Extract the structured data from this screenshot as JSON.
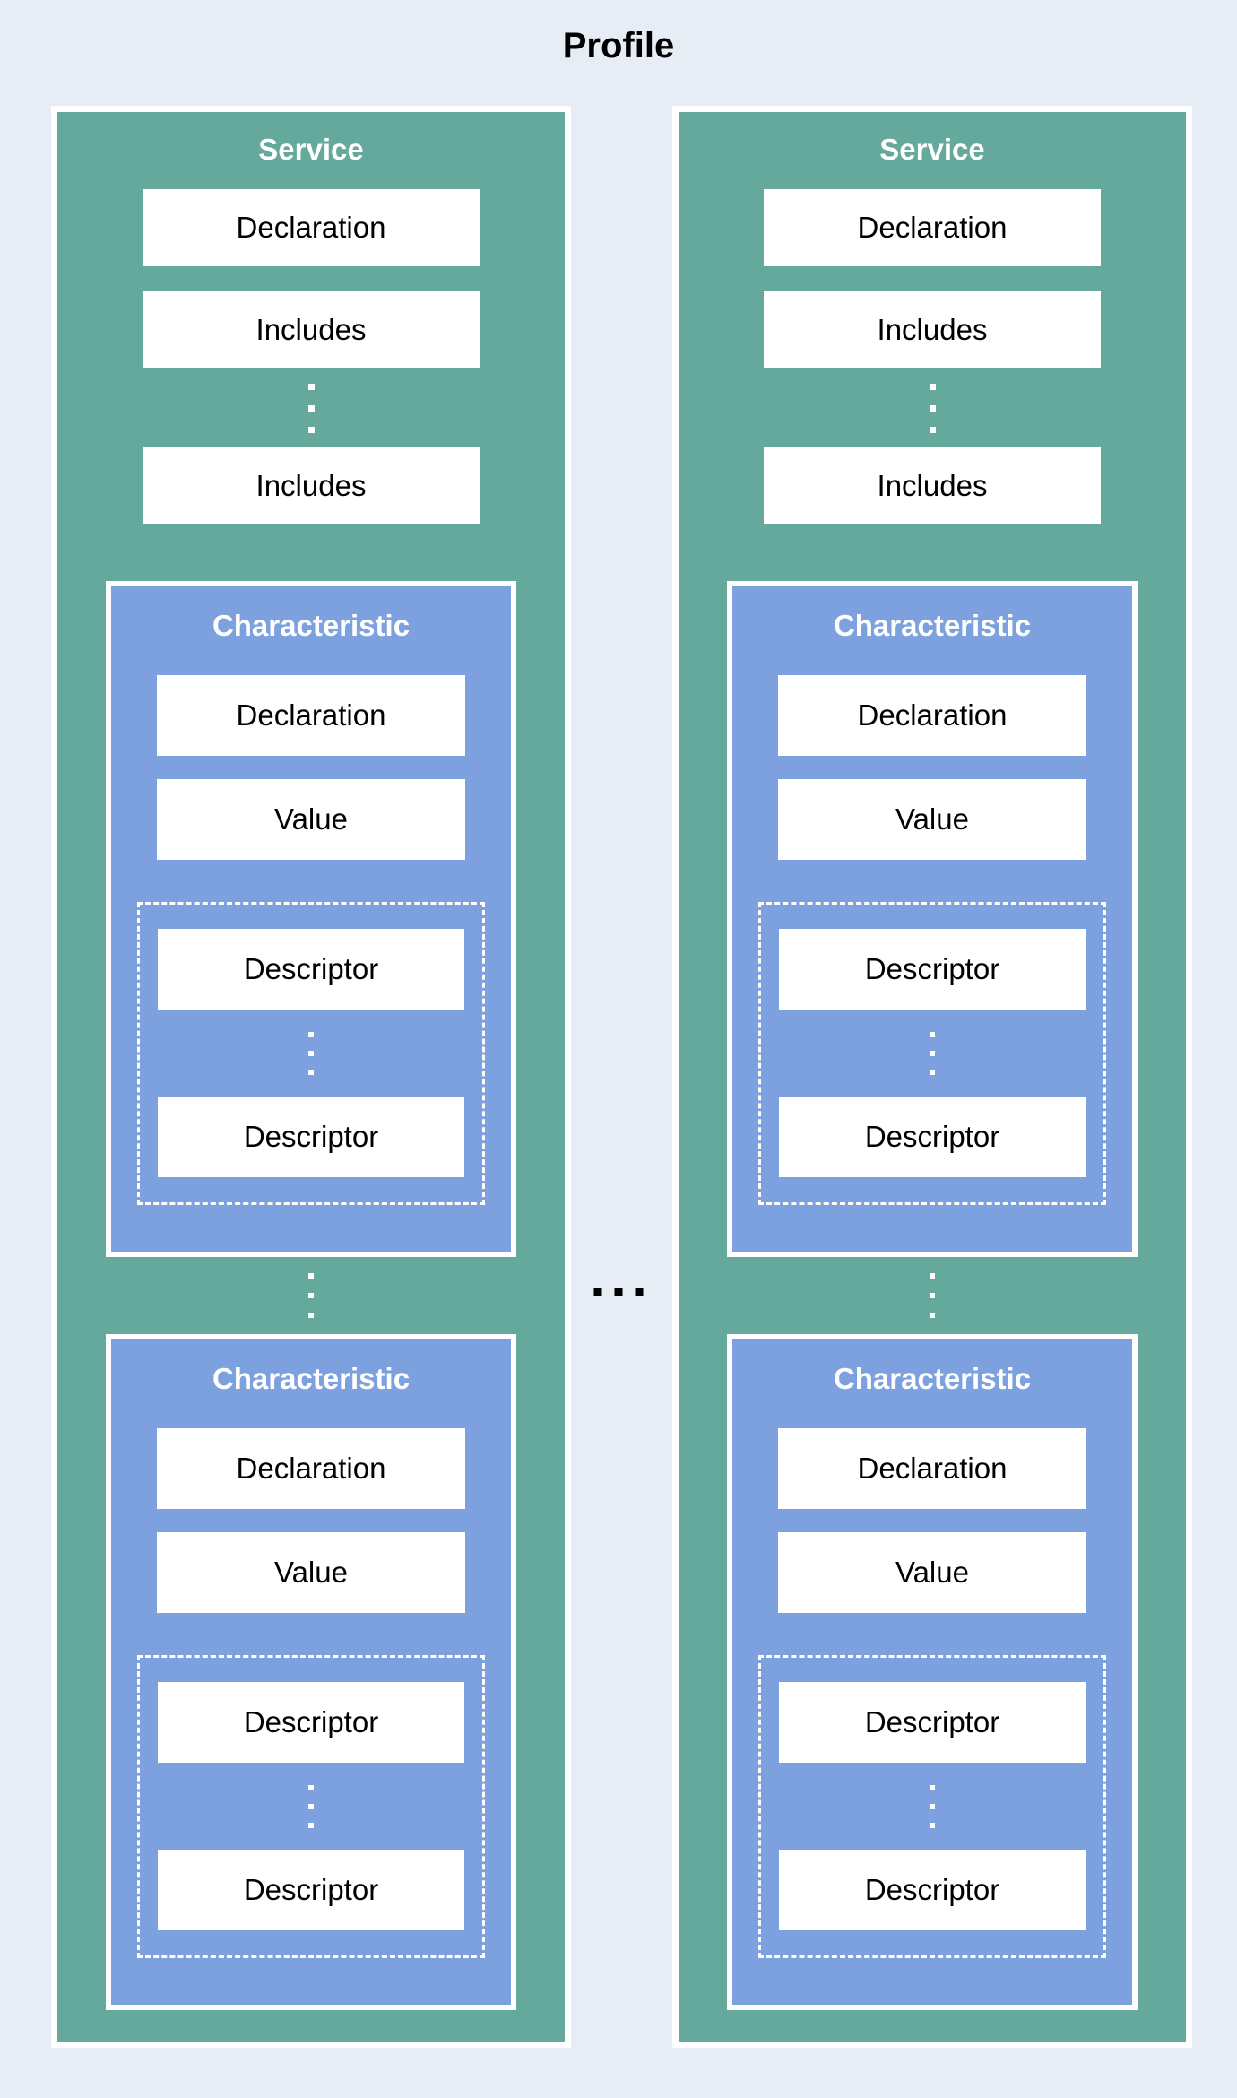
{
  "page": {
    "title": "Profile",
    "background_color": "#E7EDF5"
  },
  "colors": {
    "service_fill": "#64A99B",
    "characteristic_fill": "#7CA1DE",
    "inner_box_fill": "#FFFFFF",
    "header_text": "#FFFFFF",
    "label_text": "#000000"
  },
  "separator": {
    "style": "horizontal-ellipsis",
    "dots_count": 3
  },
  "services": [
    {
      "title": "Service",
      "declaration_label": "Declaration",
      "includes_labels": [
        "Includes",
        "Includes"
      ],
      "characteristics": [
        {
          "title": "Characteristic",
          "declaration_label": "Declaration",
          "value_label": "Value",
          "descriptor_labels": [
            "Descriptor",
            "Descriptor"
          ]
        },
        {
          "title": "Characteristic",
          "declaration_label": "Declaration",
          "value_label": "Value",
          "descriptor_labels": [
            "Descriptor",
            "Descriptor"
          ]
        }
      ]
    },
    {
      "title": "Service",
      "declaration_label": "Declaration",
      "includes_labels": [
        "Includes",
        "Includes"
      ],
      "characteristics": [
        {
          "title": "Characteristic",
          "declaration_label": "Declaration",
          "value_label": "Value",
          "descriptor_labels": [
            "Descriptor",
            "Descriptor"
          ]
        },
        {
          "title": "Characteristic",
          "declaration_label": "Declaration",
          "value_label": "Value",
          "descriptor_labels": [
            "Descriptor",
            "Descriptor"
          ]
        }
      ]
    }
  ]
}
